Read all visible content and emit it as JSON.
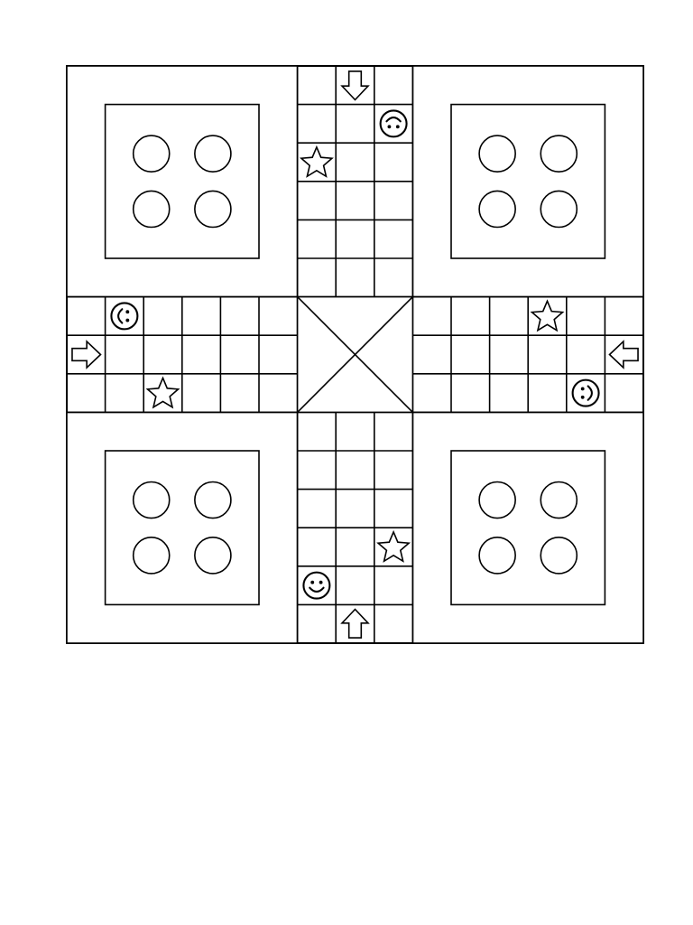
{
  "board": {
    "game": "ludo",
    "grid_cells": 15,
    "colors": {
      "background": "#ffffff",
      "line": "#000000"
    },
    "home_bases": [
      {
        "id": "top-left",
        "token_slots": 4
      },
      {
        "id": "top-right",
        "token_slots": 4
      },
      {
        "id": "bottom-left",
        "token_slots": 4
      },
      {
        "id": "bottom-right",
        "token_slots": 4
      }
    ],
    "center": {
      "icon": "x-cross-icon"
    },
    "markers": [
      {
        "type": "arrow",
        "direction": "down",
        "icon": "arrow-down-icon",
        "arm": "top",
        "col": 7,
        "row": 0
      },
      {
        "type": "arrow",
        "direction": "right",
        "icon": "arrow-right-icon",
        "arm": "left",
        "col": 0,
        "row": 7
      },
      {
        "type": "arrow",
        "direction": "left",
        "icon": "arrow-left-icon",
        "arm": "right",
        "col": 14,
        "row": 7
      },
      {
        "type": "arrow",
        "direction": "up",
        "icon": "arrow-up-icon",
        "arm": "bottom",
        "col": 7,
        "row": 14
      },
      {
        "type": "smiley",
        "rotation": 180,
        "icon": "smiley-icon",
        "arm": "top",
        "col": 8,
        "row": 1
      },
      {
        "type": "smiley",
        "rotation": 90,
        "icon": "smiley-icon",
        "arm": "left",
        "col": 1,
        "row": 6
      },
      {
        "type": "smiley",
        "rotation": 270,
        "icon": "smiley-icon",
        "arm": "right",
        "col": 13,
        "row": 8
      },
      {
        "type": "smiley",
        "rotation": 0,
        "icon": "smiley-icon",
        "arm": "bottom",
        "col": 6,
        "row": 13
      },
      {
        "type": "star",
        "icon": "star-icon",
        "arm": "top",
        "col": 6,
        "row": 2
      },
      {
        "type": "star",
        "icon": "star-icon",
        "arm": "left",
        "col": 2,
        "row": 8
      },
      {
        "type": "star",
        "icon": "star-icon",
        "arm": "right",
        "col": 12,
        "row": 6
      },
      {
        "type": "star",
        "icon": "star-icon",
        "arm": "bottom",
        "col": 8,
        "row": 12
      }
    ]
  }
}
